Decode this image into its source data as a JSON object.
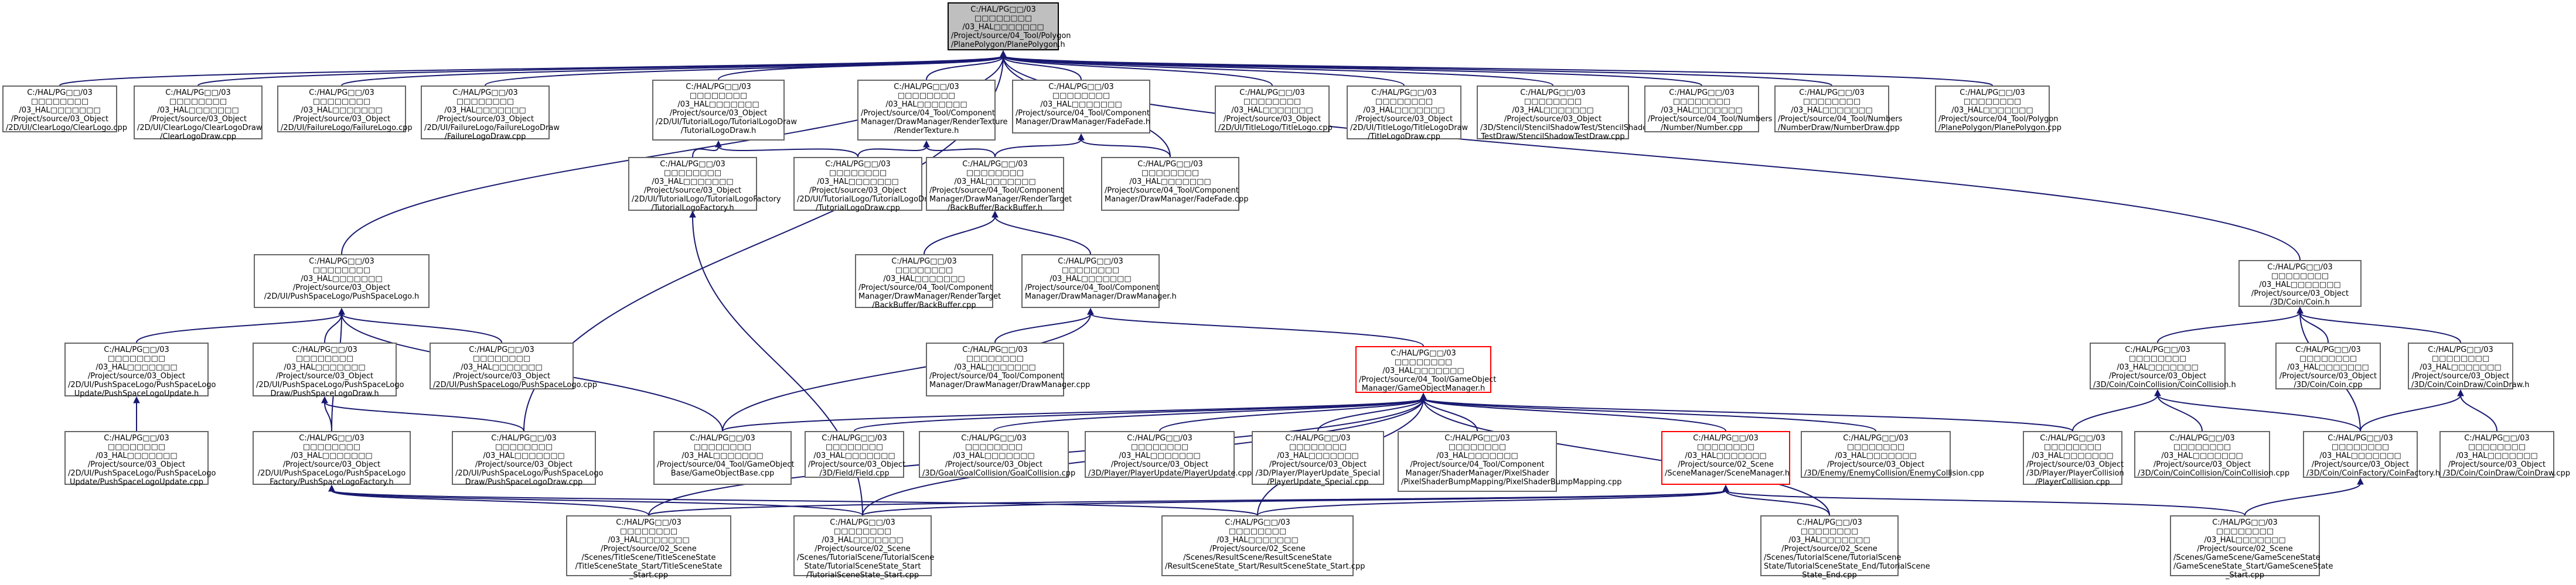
{
  "graph": {
    "edge_color": "#191970",
    "highlight_color": "#ff0000",
    "root_fill": "#bfbfbf",
    "nodes": [
      {
        "id": "root",
        "label": "C:/HAL/PG□□/03\n□□□□□□□□\n/03_HAL□□□□□□□\n/Project/source/04_Tool/Polygon\n/PlanePolygon/PlanePolygon.h"
      },
      {
        "id": "n1",
        "label": "C:/HAL/PG□□/03\n□□□□□□□□\n/03_HAL□□□□□□□\n/Project/source/03_Object\n/2D/UI/ClearLogo/ClearLogo.cpp"
      },
      {
        "id": "n2",
        "label": "C:/HAL/PG□□/03\n□□□□□□□□\n/03_HAL□□□□□□□\n/Project/source/03_Object\n/2D/UI/ClearLogo/ClearLogoDraw\n/ClearLogoDraw.cpp"
      },
      {
        "id": "n3",
        "label": "C:/HAL/PG□□/03\n□□□□□□□□\n/03_HAL□□□□□□□\n/Project/source/03_Object\n/2D/UI/FailureLogo/FailureLogo.cpp"
      },
      {
        "id": "n4",
        "label": "C:/HAL/PG□□/03\n□□□□□□□□\n/03_HAL□□□□□□□\n/Project/source/03_Object\n/2D/UI/FailureLogo/FailureLogoDraw\n/FailureLogoDraw.cpp"
      },
      {
        "id": "n5",
        "label": "C:/HAL/PG□□/03\n□□□□□□□□\n/03_HAL□□□□□□□\n/Project/source/03_Object\n/2D/UI/TutorialLogo/TutorialLogoDraw\n/TutorialLogoDraw.h"
      },
      {
        "id": "n6",
        "label": "C:/HAL/PG□□/03\n□□□□□□□□\n/03_HAL□□□□□□□\n/Project/source/04_Tool/Component\nManager/DrawManager/RenderTexture\n/RenderTexture.h"
      },
      {
        "id": "n7",
        "label": "C:/HAL/PG□□/03\n□□□□□□□□\n/03_HAL□□□□□□□\n/Project/source/04_Tool/Component\nManager/DrawManager/FadeFade.h"
      },
      {
        "id": "n8",
        "label": "C:/HAL/PG□□/03\n□□□□□□□□\n/03_HAL□□□□□□□\n/Project/source/03_Object\n/2D/UI/TitleLogo/TitleLogo.cpp"
      },
      {
        "id": "n9",
        "label": "C:/HAL/PG□□/03\n□□□□□□□□\n/03_HAL□□□□□□□\n/Project/source/03_Object\n/2D/UI/TitleLogo/TitleLogoDraw\n/TitleLogoDraw.cpp"
      },
      {
        "id": "n10",
        "label": "C:/HAL/PG□□/03\n□□□□□□□□\n/03_HAL□□□□□□□\n/Project/source/03_Object\n/3D/Stencil/StencilShadowTest/StencilShadow\nTestDraw/StencilShadowTestDraw.cpp"
      },
      {
        "id": "n11",
        "label": "C:/HAL/PG□□/03\n□□□□□□□□\n/03_HAL□□□□□□□\n/Project/source/04_Tool/Numbers\n/Number/Number.cpp"
      },
      {
        "id": "n12",
        "label": "C:/HAL/PG□□/03\n□□□□□□□□\n/03_HAL□□□□□□□\n/Project/source/04_Tool/Numbers\n/NumberDraw/NumberDraw.cpp"
      },
      {
        "id": "n13",
        "label": "C:/HAL/PG□□/03\n□□□□□□□□\n/03_HAL□□□□□□□\n/Project/source/04_Tool/Polygon\n/PlanePolygon/PlanePolygon.cpp"
      },
      {
        "id": "n14",
        "label": "C:/HAL/PG□□/03\n□□□□□□□□\n/03_HAL□□□□□□□\n/Project/source/03_Object\n/2D/UI/TutorialLogo/TutorialLogoFactory\n/TutorialLogoFactory.h"
      },
      {
        "id": "n15",
        "label": "C:/HAL/PG□□/03\n□□□□□□□□\n/03_HAL□□□□□□□\n/Project/source/03_Object\n/2D/UI/TutorialLogo/TutorialLogoDraw\n/TutorialLogoDraw.cpp"
      },
      {
        "id": "n16",
        "label": "C:/HAL/PG□□/03\n□□□□□□□□\n/03_HAL□□□□□□□\n/Project/source/04_Tool/Component\nManager/DrawManager/RenderTarget\n/BackBuffer/BackBuffer.h"
      },
      {
        "id": "n17",
        "label": "C:/HAL/PG□□/03\n□□□□□□□□\n/03_HAL□□□□□□□\n/Project/source/04_Tool/Component\nManager/DrawManager/FadeFade.cpp"
      },
      {
        "id": "n18",
        "label": "C:/HAL/PG□□/03\n□□□□□□□□\n/03_HAL□□□□□□□\n/Project/source/03_Object\n/2D/UI/PushSpaceLogo/PushSpaceLogo.h"
      },
      {
        "id": "n19",
        "label": "C:/HAL/PG□□/03\n□□□□□□□□\n/03_HAL□□□□□□□\n/Project/source/04_Tool/Component\nManager/DrawManager/RenderTarget\n/BackBuffer/BackBuffer.cpp"
      },
      {
        "id": "n20",
        "label": "C:/HAL/PG□□/03\n□□□□□□□□\n/03_HAL□□□□□□□\n/Project/source/04_Tool/Component\nManager/DrawManager/DrawManager.h"
      },
      {
        "id": "n21",
        "label": "C:/HAL/PG□□/03\n□□□□□□□□\n/03_HAL□□□□□□□\n/Project/source/03_Object\n/3D/Coin/Coin.h"
      },
      {
        "id": "n22",
        "label": "C:/HAL/PG□□/03\n□□□□□□□□\n/03_HAL□□□□□□□\n/Project/source/03_Object\n/2D/UI/PushSpaceLogo/PushSpaceLogo\nUpdate/PushSpaceLogoUpdate.h"
      },
      {
        "id": "n23",
        "label": "C:/HAL/PG□□/03\n□□□□□□□□\n/03_HAL□□□□□□□\n/Project/source/03_Object\n/2D/UI/PushSpaceLogo/PushSpaceLogo\nDraw/PushSpaceLogoDraw.h"
      },
      {
        "id": "n24",
        "label": "C:/HAL/PG□□/03\n□□□□□□□□\n/03_HAL□□□□□□□\n/Project/source/03_Object\n/2D/UI/PushSpaceLogo/PushSpaceLogo.cpp"
      },
      {
        "id": "n25",
        "label": "C:/HAL/PG□□/03\n□□□□□□□□\n/03_HAL□□□□□□□\n/Project/source/04_Tool/Component\nManager/DrawManager/DrawManager.cpp"
      },
      {
        "id": "n26",
        "label": "C:/HAL/PG□□/03\n□□□□□□□□\n/03_HAL□□□□□□□\n/Project/source/04_Tool/GameObject\nManager/GameObjectManager.h",
        "highlight": true
      },
      {
        "id": "n27",
        "label": "C:/HAL/PG□□/03\n□□□□□□□□\n/03_HAL□□□□□□□\n/Project/source/03_Object\n/3D/Coin/CoinCollision/CoinCollision.h"
      },
      {
        "id": "n28",
        "label": "C:/HAL/PG□□/03\n□□□□□□□□\n/03_HAL□□□□□□□\n/Project/source/03_Object\n/3D/Coin/Coin.cpp"
      },
      {
        "id": "n29",
        "label": "C:/HAL/PG□□/03\n□□□□□□□□\n/03_HAL□□□□□□□\n/Project/source/03_Object\n/3D/Coin/CoinDraw/CoinDraw.h"
      },
      {
        "id": "n30",
        "label": "C:/HAL/PG□□/03\n□□□□□□□□\n/03_HAL□□□□□□□\n/Project/source/03_Object\n/2D/UI/PushSpaceLogo/PushSpaceLogo\nUpdate/PushSpaceLogoUpdate.cpp"
      },
      {
        "id": "n31",
        "label": "C:/HAL/PG□□/03\n□□□□□□□□\n/03_HAL□□□□□□□\n/Project/source/03_Object\n/2D/UI/PushSpaceLogo/PushSpaceLogo\nFactory/PushSpaceLogoFactory.h"
      },
      {
        "id": "n32",
        "label": "C:/HAL/PG□□/03\n□□□□□□□□\n/03_HAL□□□□□□□\n/Project/source/03_Object\n/2D/UI/PushSpaceLogo/PushSpaceLogo\nDraw/PushSpaceLogoDraw.cpp"
      },
      {
        "id": "n33",
        "label": "C:/HAL/PG□□/03\n□□□□□□□□\n/03_HAL□□□□□□□\n/Project/source/04_Tool/GameObject\nBase/GameObjectBase.cpp"
      },
      {
        "id": "n34",
        "label": "C:/HAL/PG□□/03\n□□□□□□□□\n/03_HAL□□□□□□□\n/Project/source/03_Object\n/3D/Field/Field.cpp"
      },
      {
        "id": "n35",
        "label": "C:/HAL/PG□□/03\n□□□□□□□□\n/03_HAL□□□□□□□\n/Project/source/03_Object\n/3D/Goal/GoalCollision/GoalCollision.cpp"
      },
      {
        "id": "n36",
        "label": "C:/HAL/PG□□/03\n□□□□□□□□\n/03_HAL□□□□□□□\n/Project/source/03_Object\n/3D/Player/PlayerUpdate/PlayerUpdate.cpp"
      },
      {
        "id": "n37",
        "label": "C:/HAL/PG□□/03\n□□□□□□□□\n/03_HAL□□□□□□□\n/Project/source/03_Object\n/3D/Player/PlayerUpdate_Special\n/PlayerUpdate_Special.cpp"
      },
      {
        "id": "n38",
        "label": "C:/HAL/PG□□/03\n□□□□□□□□\n/03_HAL□□□□□□□\n/Project/source/04_Tool/Component\nManager/ShaderManager/PixelShader\n/PixelShaderBumpMapping/PixelShaderBumpMapping.cpp"
      },
      {
        "id": "n39",
        "label": "C:/HAL/PG□□/03\n□□□□□□□□\n/03_HAL□□□□□□□\n/Project/source/02_Scene\n/SceneManager/SceneManager.h",
        "highlight": true
      },
      {
        "id": "n40",
        "label": "C:/HAL/PG□□/03\n□□□□□□□□\n/03_HAL□□□□□□□\n/Project/source/03_Object\n/3D/Enemy/EnemyCollision/EnemyCollision.cpp"
      },
      {
        "id": "n41",
        "label": "C:/HAL/PG□□/03\n□□□□□□□□\n/03_HAL□□□□□□□\n/Project/source/03_Object\n/3D/Player/PlayerCollision\n/PlayerCollision.cpp"
      },
      {
        "id": "n42",
        "label": "C:/HAL/PG□□/03\n□□□□□□□□\n/03_HAL□□□□□□□\n/Project/source/03_Object\n/3D/Coin/CoinCollision/CoinCollision.cpp"
      },
      {
        "id": "n43",
        "label": "C:/HAL/PG□□/03\n□□□□□□□□\n/03_HAL□□□□□□□\n/Project/source/03_Object\n/3D/Coin/CoinFactory/CoinFactory.h"
      },
      {
        "id": "n44",
        "label": "C:/HAL/PG□□/03\n□□□□□□□□\n/03_HAL□□□□□□□\n/Project/source/03_Object\n/3D/Coin/CoinDraw/CoinDraw.cpp"
      },
      {
        "id": "n45",
        "label": "C:/HAL/PG□□/03\n□□□□□□□□\n/03_HAL□□□□□□□\n/Project/source/02_Scene\n/Scenes/TitleScene/TitleSceneState\n/TitleSceneState_Start/TitleSceneState\n_Start.cpp"
      },
      {
        "id": "n46",
        "label": "C:/HAL/PG□□/03\n□□□□□□□□\n/03_HAL□□□□□□□\n/Project/source/02_Scene\n/Scenes/TutorialScene/TutorialScene\nState/TutorialSceneState_Start\n/TutorialSceneState_Start.cpp"
      },
      {
        "id": "n47",
        "label": "C:/HAL/PG□□/03\n□□□□□□□□\n/03_HAL□□□□□□□\n/Project/source/02_Scene\n/Scenes/ResultScene/ResultSceneState\n/ResultSceneState_Start/ResultSceneState_Start.cpp"
      },
      {
        "id": "n48",
        "label": "C:/HAL/PG□□/03\n□□□□□□□□\n/03_HAL□□□□□□□\n/Project/source/02_Scene\n/Scenes/TutorialScene/TutorialScene\nState/TutorialSceneState_End/TutorialScene\nState_End.cpp"
      },
      {
        "id": "n49",
        "label": "C:/HAL/PG□□/03\n□□□□□□□□\n/03_HAL□□□□□□□\n/Project/source/02_Scene\n/Scenes/GameScene/GameSceneState\n/GameSceneState_Start/GameSceneState\n_Start.cpp"
      }
    ],
    "edges": [
      [
        "n1",
        "root"
      ],
      [
        "n2",
        "root"
      ],
      [
        "n3",
        "root"
      ],
      [
        "n4",
        "root"
      ],
      [
        "n5",
        "root"
      ],
      [
        "n6",
        "root"
      ],
      [
        "n7",
        "root"
      ],
      [
        "n8",
        "root"
      ],
      [
        "n9",
        "root"
      ],
      [
        "n10",
        "root"
      ],
      [
        "n11",
        "root"
      ],
      [
        "n12",
        "root"
      ],
      [
        "n13",
        "root"
      ],
      [
        "n17",
        "root"
      ],
      [
        "n18",
        "root"
      ],
      [
        "n21",
        "root"
      ],
      [
        "n32",
        "root"
      ],
      [
        "n14",
        "n5"
      ],
      [
        "n15",
        "n5"
      ],
      [
        "n15",
        "n6"
      ],
      [
        "n16",
        "n6"
      ],
      [
        "n16",
        "n7"
      ],
      [
        "n17",
        "n7"
      ],
      [
        "n19",
        "n16"
      ],
      [
        "n20",
        "n16"
      ],
      [
        "n25",
        "n20"
      ],
      [
        "n26",
        "n20"
      ],
      [
        "n33",
        "n20"
      ],
      [
        "n22",
        "n18"
      ],
      [
        "n23",
        "n18"
      ],
      [
        "n24",
        "n18"
      ],
      [
        "n31",
        "n18"
      ],
      [
        "n33",
        "n18"
      ],
      [
        "n30",
        "n22"
      ],
      [
        "n31",
        "n23"
      ],
      [
        "n32",
        "n23"
      ],
      [
        "n45",
        "n31"
      ],
      [
        "n46",
        "n31"
      ],
      [
        "n47",
        "n31"
      ],
      [
        "n46",
        "n14"
      ],
      [
        "n27",
        "n21"
      ],
      [
        "n28",
        "n21"
      ],
      [
        "n29",
        "n21"
      ],
      [
        "n43",
        "n21"
      ],
      [
        "n41",
        "n27"
      ],
      [
        "n42",
        "n27"
      ],
      [
        "n43",
        "n27"
      ],
      [
        "n43",
        "n29"
      ],
      [
        "n44",
        "n29"
      ],
      [
        "n49",
        "n43"
      ],
      [
        "n33",
        "n26"
      ],
      [
        "n34",
        "n26"
      ],
      [
        "n35",
        "n26"
      ],
      [
        "n36",
        "n26"
      ],
      [
        "n37",
        "n26"
      ],
      [
        "n38",
        "n26"
      ],
      [
        "n39",
        "n26"
      ],
      [
        "n40",
        "n26"
      ],
      [
        "n41",
        "n26"
      ],
      [
        "n45",
        "n26"
      ],
      [
        "n46",
        "n26"
      ],
      [
        "n47",
        "n26"
      ],
      [
        "n48",
        "n26"
      ],
      [
        "n45",
        "n39"
      ],
      [
        "n46",
        "n39"
      ],
      [
        "n47",
        "n39"
      ],
      [
        "n48",
        "n39"
      ],
      [
        "n49",
        "n39"
      ]
    ]
  }
}
